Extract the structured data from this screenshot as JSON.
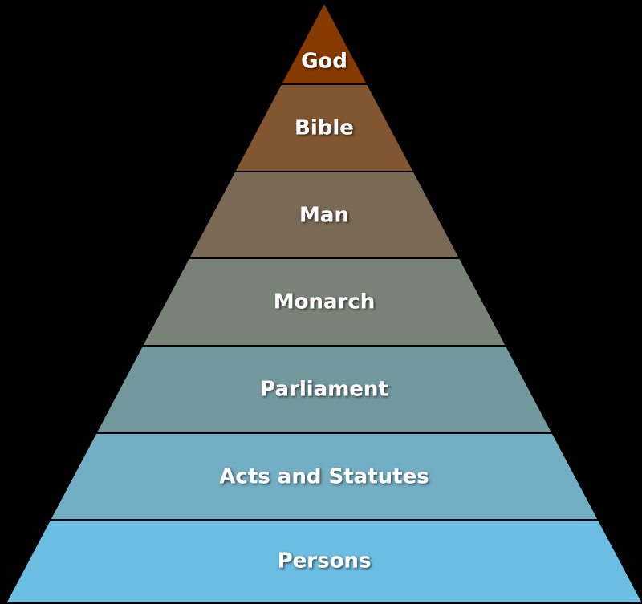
{
  "title": "Hierarchy pyramid",
  "layers": [
    {
      "label": "God",
      "color": "#873A00"
    },
    {
      "label": "Bible",
      "color": "#825630"
    },
    {
      "label": "Man",
      "color": "#7A6A55"
    },
    {
      "label": "Monarch",
      "color": "#798378"
    },
    {
      "label": "Parliament",
      "color": "#72989E"
    },
    {
      "label": "Acts and Statutes",
      "color": "#72AEC4"
    },
    {
      "label": "Persons",
      "color": "#6BBDE2"
    }
  ]
}
